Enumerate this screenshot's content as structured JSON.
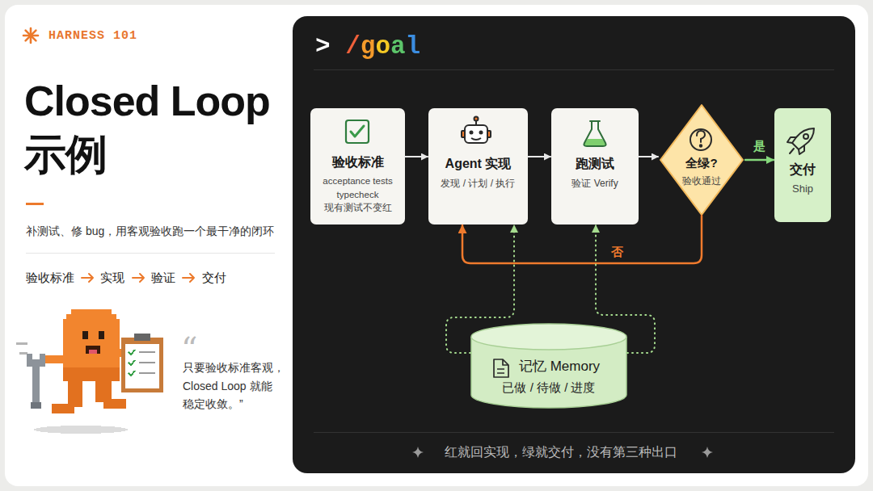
{
  "diagram": {
    "title": "Closed Loop 示例",
    "caption": "红就回实现，绿就交付，没有第三种出口",
    "nodes": [
      {
        "text": [
          "验收标准",
          "acceptance tests typecheck 现有测试不变红"
        ]
      },
      {
        "text": [
          "Agent 实现",
          "发现 / 计划 / 执行"
        ]
      },
      {
        "text": [
          "跑测试",
          "验证 Verify"
        ]
      },
      {
        "text": [
          "全绿?",
          "验收通过"
        ]
      },
      {
        "text": [
          "交付",
          "Ship"
        ]
      },
      {
        "text": [
          "记忆 Memory",
          "已做 / 待做 / 进度"
        ]
      }
    ],
    "edges": [
      {
        "from": 0,
        "to": 1,
        "arrow": "to"
      },
      {
        "from": 1,
        "to": 2,
        "arrow": "to"
      },
      {
        "from": 2,
        "to": 3,
        "arrow": "to"
      },
      {
        "from": 3,
        "to": 4,
        "label": "是",
        "arrow": "to"
      },
      {
        "from": 3,
        "to": 1,
        "label": "否",
        "arrow": "to"
      },
      {
        "from": 5,
        "to": 1,
        "arrow": "to"
      },
      {
        "from": 5,
        "to": 2,
        "arrow": "to"
      }
    ],
    "labels": [
      "HARNESS 101",
      "补测试、修 bug，用客观验收跑一个最干净的闭环",
      "验收标准",
      "实现",
      "验证",
      "交付",
      "“",
      "只要验收标准客观， Closed Loop 就能 稳定收敛。”",
      "> /goal"
    ]
  }
}
